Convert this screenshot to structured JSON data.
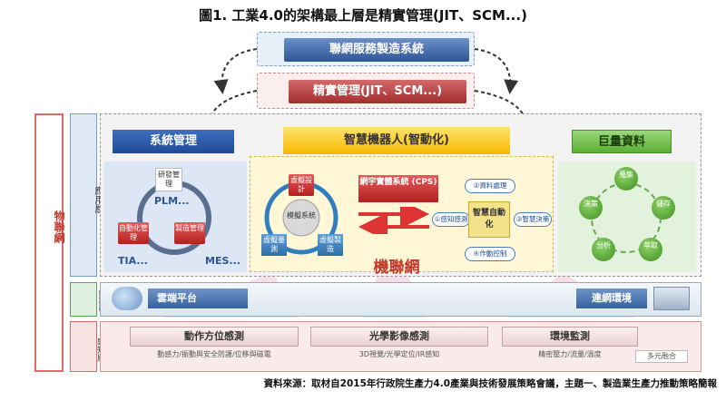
{
  "figure": {
    "title": "圖1. 工業4.0的架構最上層是精實管理(JIT、SCM...)",
    "source": "資料來源：取材自2015年行政院生產力4.0產業與技術發展策略會議，主題一、製造業生產力推動策略簡報"
  },
  "top": {
    "service_system": "聯網服務製造系統",
    "lean_management": "精實管理(JIT、SCM...)"
  },
  "layers": {
    "iot": "物聯網",
    "application": "應用層",
    "network": "網路層",
    "sensing": "感知層"
  },
  "application": {
    "system_management": "系統管理",
    "smart_robot": "智慧機器人(智動化)",
    "big_data": "巨量資料",
    "left_cycle": {
      "plm": "PLM...",
      "mes": "MES...",
      "tia": "TIA...",
      "dev_mgmt": "研發管理",
      "auto_mgmt": "自動化管理",
      "mfg_mgmt": "製造管理"
    },
    "virtual_cycle": {
      "virtual_design": "虛擬設計",
      "virtual_measure": "虛擬量測",
      "virtual_mfg": "虛擬製造",
      "simulation_system": "模擬系統"
    },
    "cps": "網宇實體系統 (CPS)",
    "cps_loop": {
      "data_processing": "②資料處理",
      "smart_decision": "③智慧決策",
      "action_control": "④作動控制",
      "sensing": "①感知感測",
      "center": "智慧自動化"
    },
    "machine_network": "機聯網",
    "data_cycle": {
      "collect": "蒐集",
      "store": "儲存",
      "extract": "萃取",
      "analyze": "分析",
      "decide": "決策"
    }
  },
  "network": {
    "cloud_platform": "雲端平台",
    "network_env": "連網環境"
  },
  "sensing": {
    "motion": "動作方位感測",
    "motion_sub": "動感力/振動與安全防護/位移與磁電",
    "optical": "光學影像感測",
    "optical_sub": "3D視覺/光學定位/IR感知",
    "environment": "環境監測",
    "environment_sub": "精密壓力/流量/溫度",
    "multi_fusion": "多元融合"
  },
  "colors": {
    "blue": "#2f5597",
    "red": "#c0392b",
    "yellow": "#f5b800",
    "green": "#5cae35"
  }
}
